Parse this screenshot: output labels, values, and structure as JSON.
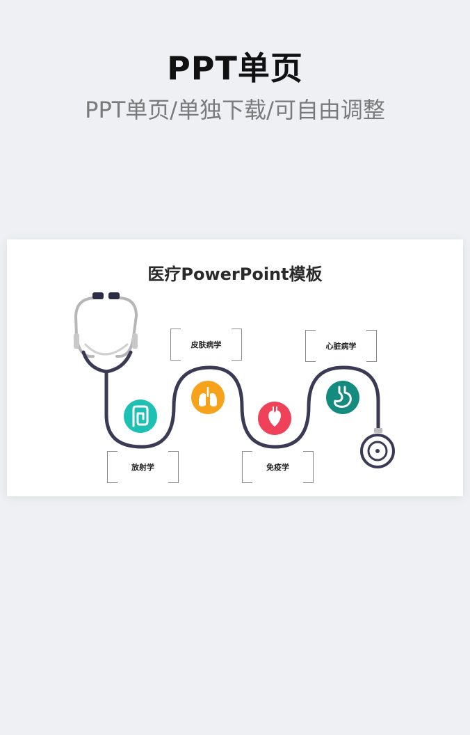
{
  "header": {
    "title": "PPT单页",
    "subtitle": "PPT单页/单独下载/可自由调整"
  },
  "slide": {
    "title": "医疗PowerPoint模板",
    "labels": {
      "radiology": "放射学",
      "dermatology": "皮肤病学",
      "immunology": "免疫学",
      "cardiology": "心脏病学"
    },
    "icons": [
      {
        "name": "intestine-icon",
        "color": "#1fc0b4"
      },
      {
        "name": "lungs-icon",
        "color": "#f7a21b"
      },
      {
        "name": "heart-icon",
        "color": "#f0415a"
      },
      {
        "name": "stomach-icon",
        "color": "#158a7f"
      }
    ],
    "tube_color": "#3a3a55"
  }
}
